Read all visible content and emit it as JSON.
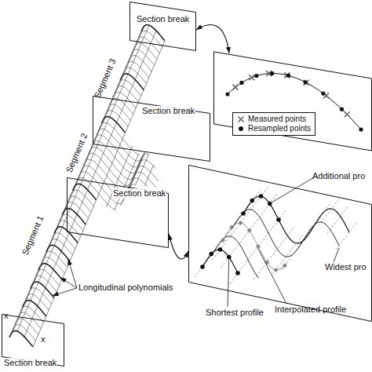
{
  "diagram": {
    "nodes": [
      {
        "text": [
          "Section break"
        ]
      },
      {
        "text": [
          "Section break"
        ]
      },
      {
        "text": [
          "Section break"
        ]
      },
      {
        "text": [
          "Additional pro",
          "Widest pro",
          "Interpolated profile",
          "Shortest profile"
        ]
      },
      {
        "text": [
          "Section break"
        ]
      }
    ],
    "edges": [
      {
        "from": 2,
        "to": 3,
        "arrow": "both"
      }
    ],
    "labels": [
      "Segment 3",
      "Segment 2",
      "Segment 1",
      "Longitudinal polynomials",
      "x",
      "x"
    ],
    "legend": [
      {
        "text": "Measured points"
      },
      {
        "text": "Resampled points"
      }
    ]
  }
}
